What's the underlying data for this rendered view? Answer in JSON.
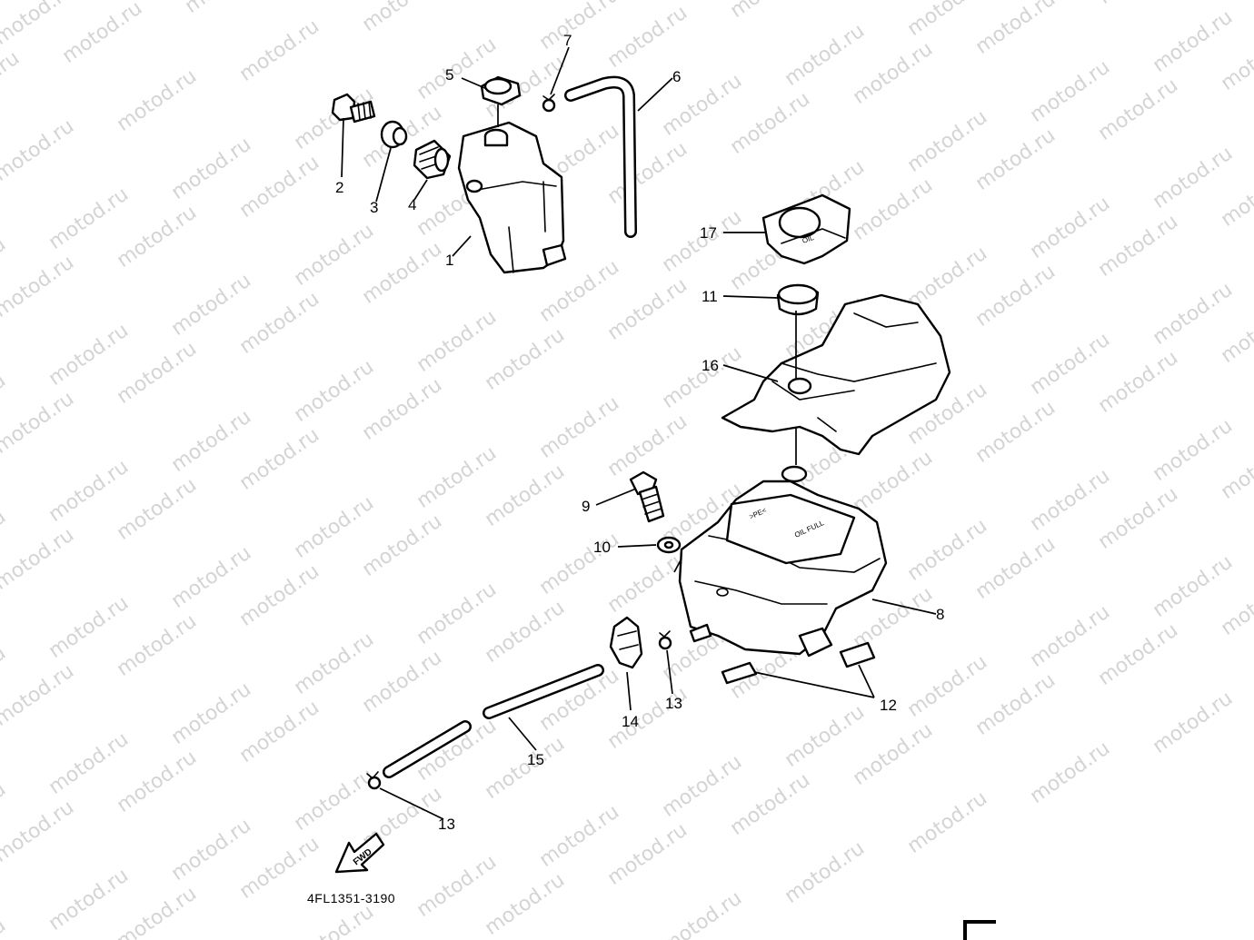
{
  "watermark": "motod.ru",
  "drawing_code": "4FL1351-3190",
  "fwd_label": "FWD",
  "cap_marking": "OIL",
  "tank_marking_1": ">PE<",
  "tank_marking_2": "OIL FULL",
  "labels": {
    "p1": "1",
    "p2": "2",
    "p3": "3",
    "p4": "4",
    "p5": "5",
    "p6": "6",
    "p7": "7",
    "p8": "8",
    "p9": "9",
    "p10": "10",
    "p11": "11",
    "p12": "12",
    "p13a": "13",
    "p13b": "13",
    "p14": "14",
    "p15": "15",
    "p16": "16",
    "p17": "17"
  }
}
